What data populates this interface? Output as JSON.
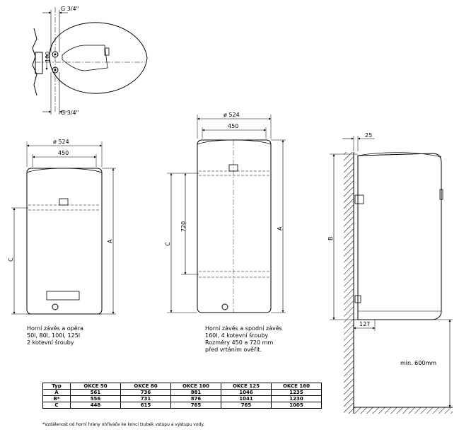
{
  "top_view": {
    "pipe_label_top": "G 3/4\"",
    "pipe_label_bottom": "G 3/4\"",
    "spacing_label": "100"
  },
  "left_heater": {
    "diameter_label": "ø 524",
    "width_label": "450",
    "dim_a": "A",
    "dim_c": "C",
    "caption": [
      "Horní závěs a opěra",
      "50l, 80l, 100l, 125l",
      "2 kotevní šrouby"
    ]
  },
  "center_heater": {
    "diameter_label": "ø 524",
    "width_label": "450",
    "dim_a": "A",
    "dim_c": "C",
    "dim_720": "720",
    "caption": [
      "Horní závěs a spodní závěs",
      "160l, 4 kotevní šrouby",
      "Rozměry 450 a 720 mm",
      "před vrtáním ověřit."
    ]
  },
  "side_view": {
    "offset_label": "25",
    "dim_b": "B",
    "pipe_label": "127",
    "min_label": "min. 600mm"
  },
  "table": {
    "headers": [
      "Typ",
      "OKCE 50",
      "OKCE 80",
      "OKCE 100",
      "OKCE 125",
      "OKCE 160"
    ],
    "rows": [
      [
        "A",
        "561",
        "736",
        "881",
        "1046",
        "1235"
      ],
      [
        "B*",
        "556",
        "731",
        "876",
        "1041",
        "1230"
      ],
      [
        "C",
        "448",
        "615",
        "765",
        "765",
        "1005"
      ]
    ]
  },
  "footnote": "*Vzdálenost od horní hrany ohřívače ke konci trubek vstupu a výstupu vody."
}
